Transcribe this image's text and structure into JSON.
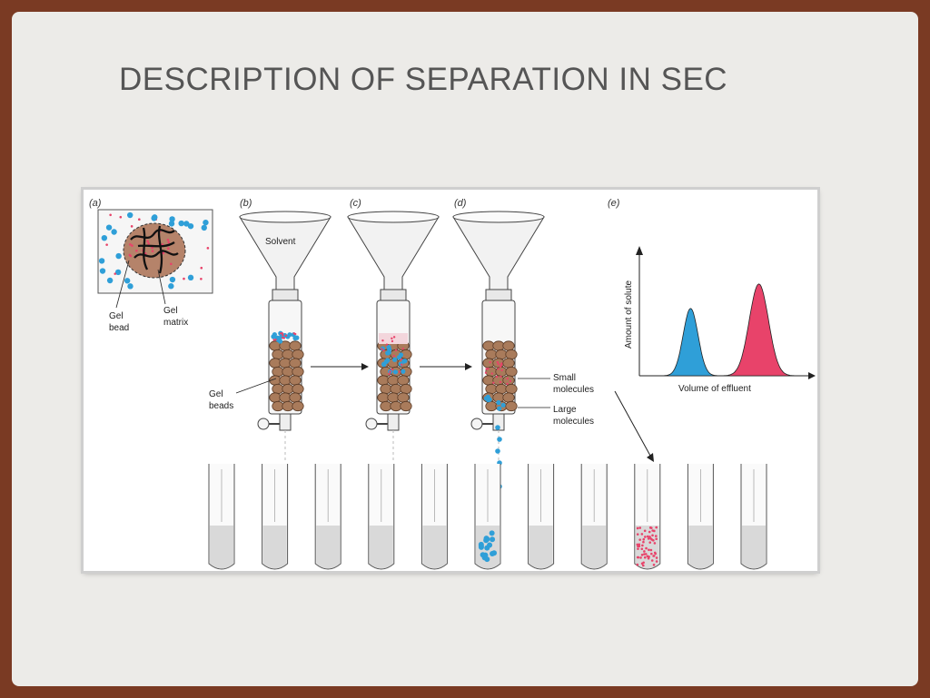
{
  "slide": {
    "title": "DESCRIPTION OF SEPARATION IN SEC"
  },
  "figure": {
    "panels": [
      "(a)",
      "(b)",
      "(c)",
      "(d)",
      "(e)"
    ],
    "labels": {
      "solvent": "Solvent",
      "gel_bead_1": "Gel",
      "gel_bead_2": "bead",
      "gel_matrix_1": "Gel",
      "gel_matrix_2": "matrix",
      "gel_beads_1": "Gel",
      "gel_beads_2": "beads",
      "small_1": "Small",
      "small_2": "molecules",
      "large_1": "Large",
      "large_2": "molecules",
      "y_axis": "Amount of solute",
      "x_axis": "Volume of effluent"
    },
    "colors": {
      "blue": "#2f9fd8",
      "red": "#e8436a",
      "bead": "#a97b5b",
      "tube": "#d9d9d9"
    },
    "chromatogram": {
      "peaks": [
        {
          "name": "large molecules",
          "color": "#2f9fd8",
          "center": 0.3,
          "height": 0.55,
          "width": 0.07
        },
        {
          "name": "small molecules",
          "color": "#e8436a",
          "center": 0.7,
          "height": 0.75,
          "width": 0.09
        }
      ]
    }
  }
}
